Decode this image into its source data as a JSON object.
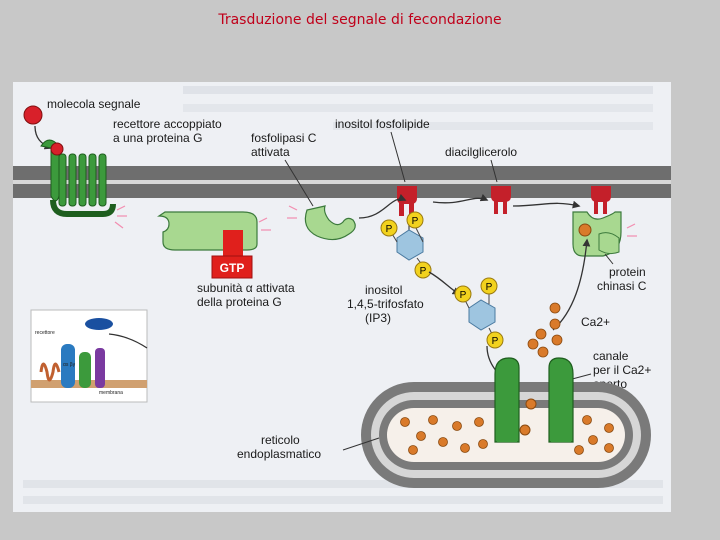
{
  "slide": {
    "title": "Trasduzione del segnale di fecondazione"
  },
  "labels": {
    "signal_molecule": "molecola segnale",
    "receptor_line1": "recettore accoppiato",
    "receptor_line2": "a una proteina G",
    "plc_line1": "fosfolipasi C",
    "plc_line2": "attivata",
    "inositol_phospholipid": "inositol fosfolipide",
    "diacylglycerol": "diacilglicerolo",
    "gtp": "GTP",
    "alpha_line1": "subunità α attivata",
    "alpha_line2": "della proteina G",
    "ip3_line1": "inositol",
    "ip3_line2": "1,4,5-trifosfato",
    "ip3_line3": "(IP3)",
    "pkc_line1": "protein",
    "pkc_line2": "chinasi C",
    "calcium": "Ca2+",
    "channel_line1": "canale",
    "channel_line2": "per il Ca2+",
    "channel_line3": "aperto",
    "er_line1": "reticolo",
    "er_line2": "endoplasmatico",
    "phosphate": "P"
  },
  "inset": {
    "label_alpha_beta": "αs βγ",
    "label_receptor": "recettore",
    "label_membrane": "membrana"
  },
  "colors": {
    "title_red": "#c0001a",
    "protein_green": "#3c9a3c",
    "light_green": "#a8d890",
    "membrane_gray": "#6e6e6e",
    "gtp_red": "#e0201c",
    "phosphate_yellow": "#f2d21e",
    "calcium_orange": "#d97a2a",
    "ip3_blue": "#9ec5e0"
  }
}
